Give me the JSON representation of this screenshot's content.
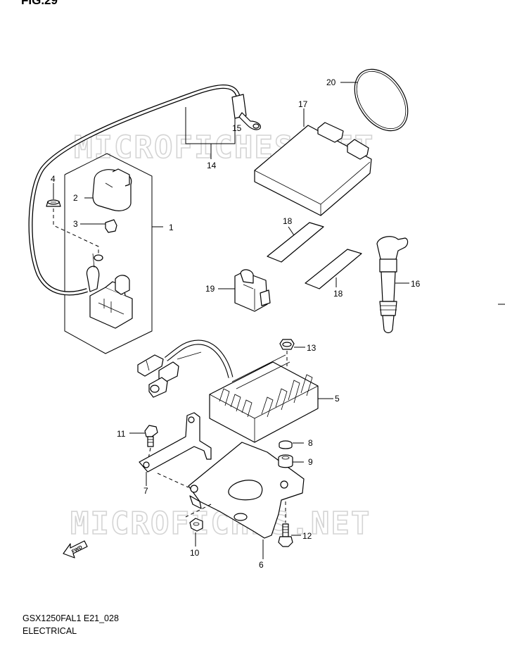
{
  "figure_title": "FIG.29",
  "watermark": "MICROFICHES.NET",
  "fwd_label": "FWD",
  "footer": {
    "model_code": "GSX1250FAL1 E21_028",
    "section": "ELECTRICAL"
  },
  "callouts": {
    "c1": "1",
    "c2": "2",
    "c3": "3",
    "c4": "4",
    "c5": "5",
    "c6": "6",
    "c7": "7",
    "c8": "8",
    "c9": "9",
    "c10": "10",
    "c11": "11",
    "c12": "12",
    "c13": "13",
    "c14": "14",
    "c15": "15",
    "c16": "16",
    "c17": "17",
    "c18a": "18",
    "c18b": "18",
    "c19": "19",
    "c20": "20"
  }
}
